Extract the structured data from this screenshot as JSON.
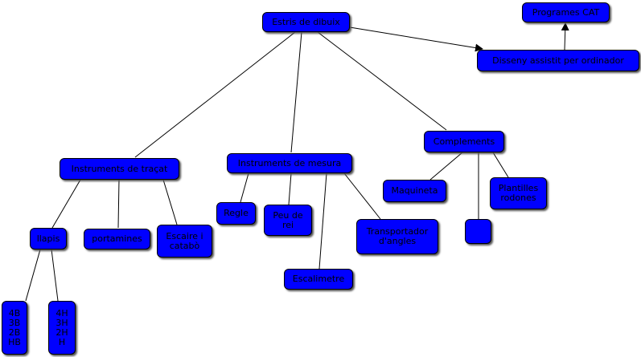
{
  "colors": {
    "node_fill": "#0000ff",
    "node_border": "#000000",
    "line": "#000000"
  },
  "nodes": {
    "root": "Estris de dibuix",
    "cat": "Programes CAT",
    "assistit": "Disseny assistit per ordinador",
    "tracat": "Instruments de traçat",
    "mesura": "Instruments de mesura",
    "complements": "Complements",
    "llapis": "llapis",
    "portamines": "portamines",
    "escaire": "Escaire i\ncatabò",
    "regle": "Regle",
    "peu": "Peu de\nrei",
    "escalimetre": "Escalimetre",
    "transportador": "Transportador\nd'angles",
    "maquineta": "Maquineta",
    "blank": "",
    "plantilles": "Plantilles\nrodones",
    "hard_soft": "4B\n3B\n2B\nHB",
    "hard": "4H\n3H\n2H\nH"
  }
}
